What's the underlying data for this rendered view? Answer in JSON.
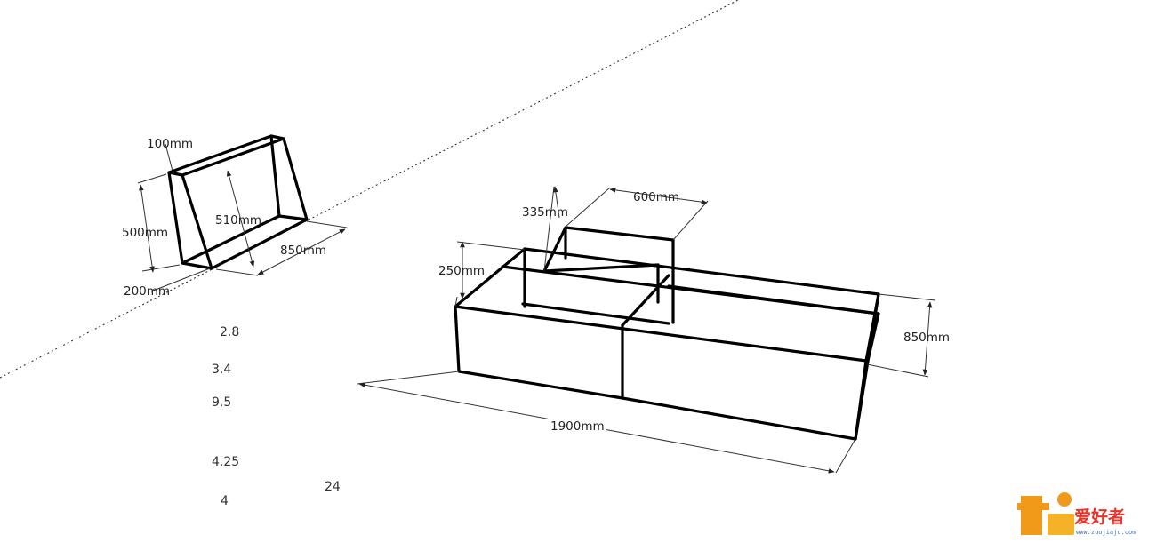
{
  "dimensions": {
    "top_depth": "100mm",
    "back_height": "500mm",
    "slant_height": "510mm",
    "backrest_width": "850mm",
    "bottom_depth": "200mm",
    "upper_offset": "335mm",
    "upper_width": "600mm",
    "left_height": "250mm",
    "right_depth": "850mm",
    "total_length": "1900mm"
  },
  "notes": [
    "2.8",
    "3.4",
    "9.5",
    "4.25",
    "4",
    "24"
  ],
  "logo": {
    "chars": "爱好者",
    "url": "www.zuojiaju.com"
  },
  "colors": {
    "line": "#000000",
    "logo_red": "#e8332a",
    "logo_orange": "#f19a1a",
    "logo_blue": "#4a78b8"
  }
}
